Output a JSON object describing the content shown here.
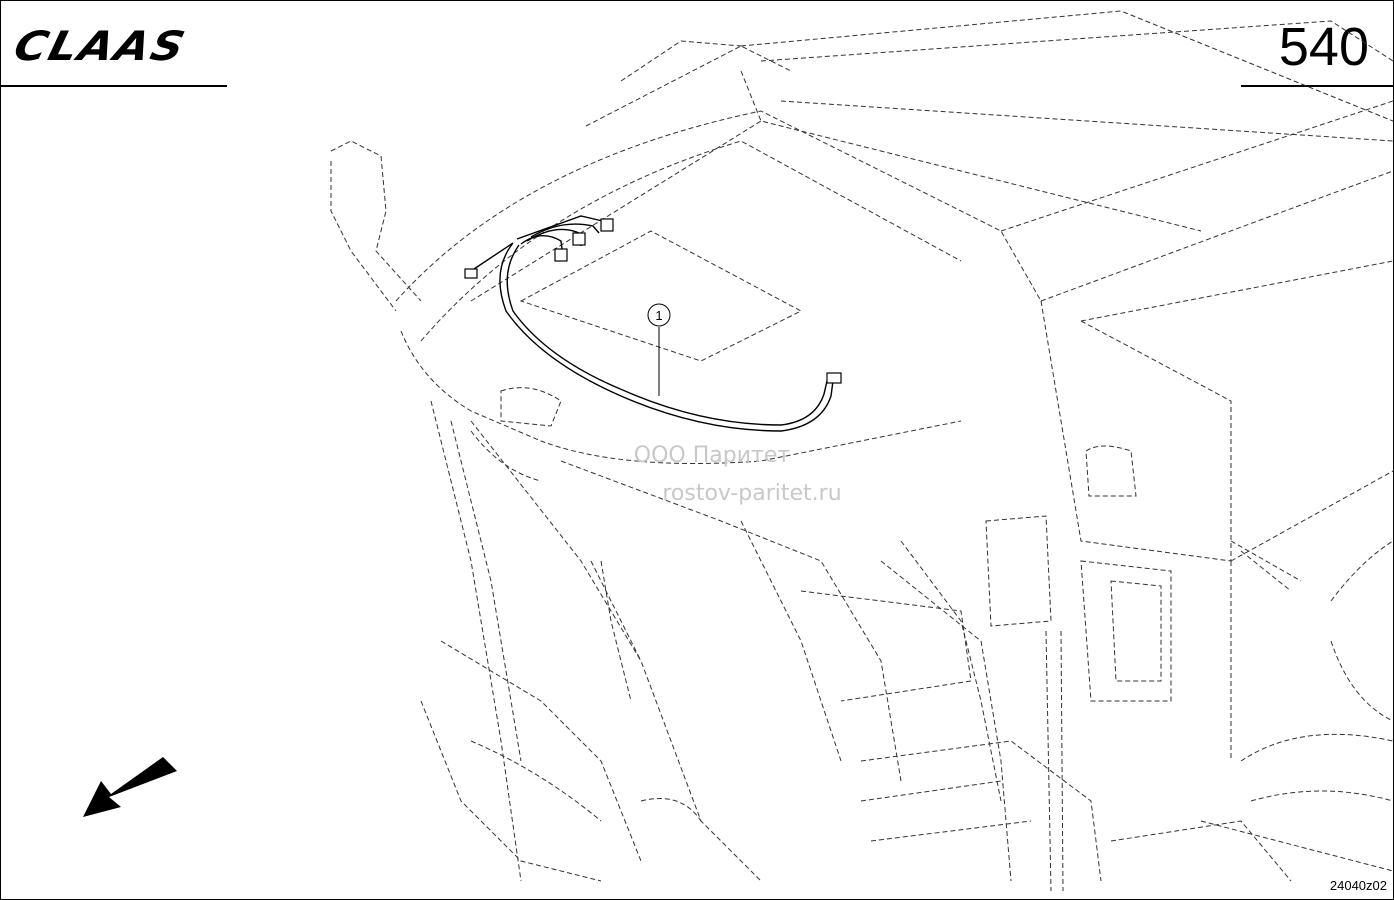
{
  "header": {
    "brand_logo": "CLAAS",
    "page_number": "540"
  },
  "diagram": {
    "callouts": [
      {
        "label": "1"
      }
    ],
    "direction_arrow_icon": "arrow-down-left-icon"
  },
  "watermark": {
    "line1": "ООО Паритет",
    "line2": "rostov-paritet.ru"
  },
  "footer": {
    "drawing_code": "24040z02"
  }
}
